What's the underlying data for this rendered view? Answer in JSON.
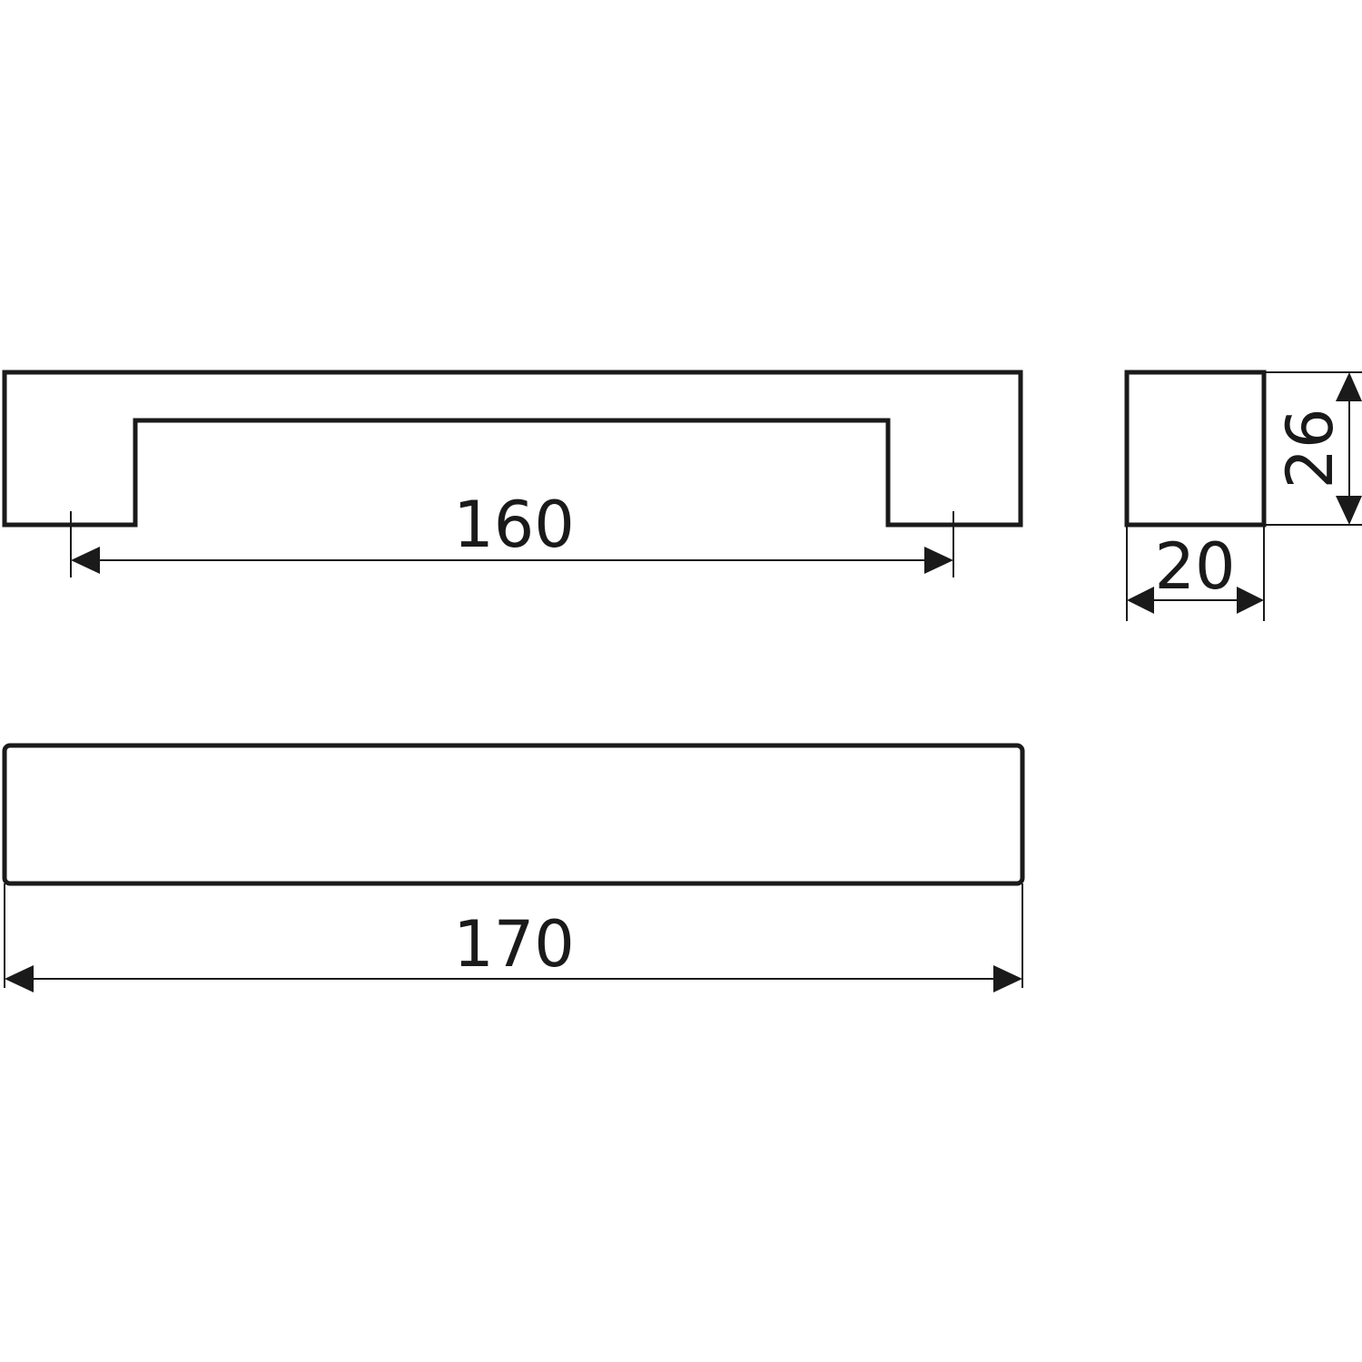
{
  "drawing": {
    "line_color": "#1a1a1a",
    "background": "#ffffff",
    "views": [
      {
        "name": "front-view"
      },
      {
        "name": "end-view"
      },
      {
        "name": "top-view"
      }
    ]
  },
  "dimensions": {
    "hole_spacing": "160",
    "width": "20",
    "height": "26",
    "overall_length": "170"
  }
}
